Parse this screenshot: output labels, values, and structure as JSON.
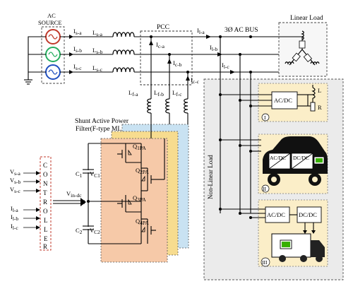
{
  "ac_source": {
    "title_line1": "AC",
    "title_line2": "SOURCE",
    "phase_colors": [
      "#c0392b",
      "#27ae60",
      "#1f4fbf"
    ]
  },
  "source_currents": [
    "I",
    "I",
    "I"
  ],
  "source_current_subs": [
    "s-a",
    "s-b",
    "s-c"
  ],
  "source_inductors": [
    "L",
    "L",
    "L"
  ],
  "source_inductor_subs": [
    "s-a",
    "s-b",
    "s-c"
  ],
  "pcc": {
    "label": "PCC",
    "comp_currents": [
      "I",
      "I",
      "I"
    ],
    "comp_current_subs": [
      "c-a",
      "c-b",
      "c-c"
    ]
  },
  "bus": {
    "label": "3Ø  AC BUS",
    "load_currents": [
      "I",
      "I",
      "I"
    ],
    "load_current_subs": [
      "l-a",
      "l-b",
      "l-c"
    ]
  },
  "linear_load": {
    "label": "Linear Load"
  },
  "filter": {
    "title_line1": "Shunt Active Power",
    "title_line2": "Filter(F-type MLI)",
    "inductors": [
      "L",
      "L",
      "L"
    ],
    "inductor_subs": [
      "f-a",
      "f-b",
      "f-c"
    ],
    "layer_colors": [
      "#f6c9a8",
      "#f7dc8f",
      "#c9e2f2"
    ],
    "switches": [
      "Q",
      "Q",
      "Q",
      "Q"
    ],
    "switch_subs": [
      "1PA",
      "2PA",
      "3PA",
      "4PA"
    ],
    "capacitors": [
      "C",
      "C"
    ],
    "capacitor_subs": [
      "1",
      "2"
    ],
    "cap_voltages": [
      "V",
      "V"
    ],
    "cap_voltage_subs": [
      "C1",
      "C2"
    ],
    "dc_voltage": "V",
    "dc_voltage_sub": "in-dc"
  },
  "controller": {
    "letters": [
      "C",
      "O",
      "N",
      "T",
      "R",
      "O",
      "L",
      "L",
      "E",
      "R"
    ],
    "inputs": [
      "V",
      "V",
      "V",
      "I",
      "I",
      "I"
    ],
    "input_subs": [
      "s-a",
      "s-b",
      "s-c",
      "l-a",
      "l-b",
      "l-c"
    ]
  },
  "nonlinear": {
    "label": "Non-Linear Load",
    "load1": {
      "converter": "AC/DC",
      "r_label": "R",
      "l_label": "L",
      "roman": "I"
    },
    "load2": {
      "conv_a": "AC/DC",
      "conv_b": "DC/DC",
      "roman": "II"
    },
    "load3": {
      "conv_a": "AC/DC",
      "conv_b": "DC/DC",
      "roman": "III"
    },
    "box_fill": "#fbeec8",
    "panel_fill": "#ebebeb"
  }
}
